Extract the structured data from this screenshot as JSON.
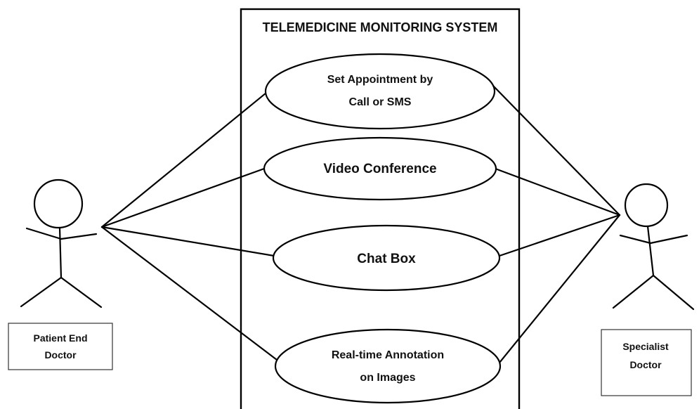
{
  "system": {
    "title": "TELEMEDICINE MONITORING SYSTEM"
  },
  "use_cases": [
    {
      "id": "appointment",
      "line1": "Set Appointment by",
      "line2": "Call or SMS"
    },
    {
      "id": "video",
      "line1": "Video Conference"
    },
    {
      "id": "chat",
      "line1": "Chat Box"
    },
    {
      "id": "annotation",
      "line1": "Real-time Annotation",
      "line2": "on Images"
    }
  ],
  "actors": {
    "left": {
      "line1": "Patient End",
      "line2": "Doctor"
    },
    "right": {
      "line1": "Specialist",
      "line2": "Doctor"
    }
  },
  "associations": [
    {
      "actor": "left",
      "use_case": "appointment"
    },
    {
      "actor": "left",
      "use_case": "video"
    },
    {
      "actor": "left",
      "use_case": "chat"
    },
    {
      "actor": "left",
      "use_case": "annotation"
    },
    {
      "actor": "right",
      "use_case": "appointment"
    },
    {
      "actor": "right",
      "use_case": "video"
    },
    {
      "actor": "right",
      "use_case": "chat"
    },
    {
      "actor": "right",
      "use_case": "annotation"
    }
  ]
}
